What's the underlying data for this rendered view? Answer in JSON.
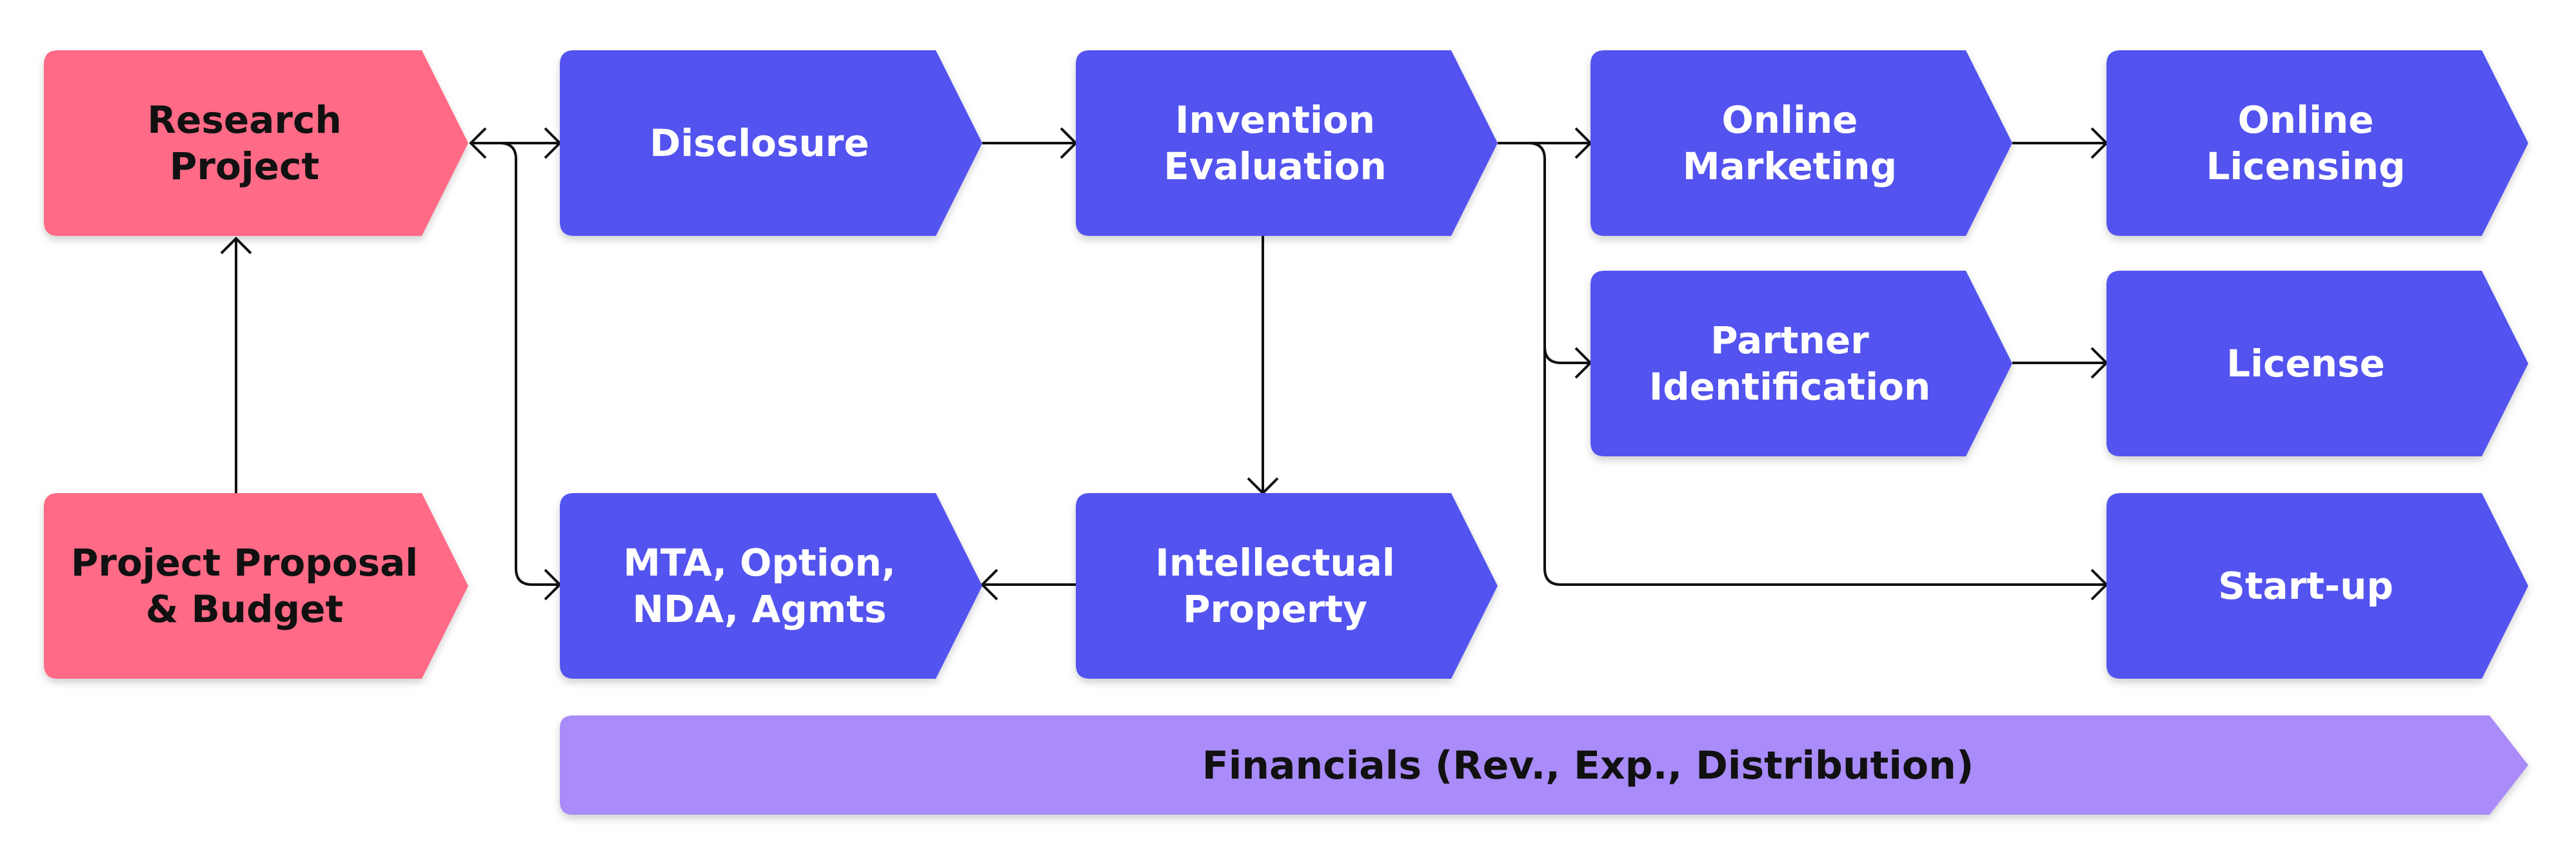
{
  "colors": {
    "pink": "#ff6b86",
    "blue": "#5353ef",
    "lavender": "#a98bf9",
    "text_dark": "#111111",
    "text_light": "#ffffff",
    "arrow": "#111111"
  },
  "nodes": {
    "research_project": {
      "lines": [
        "Research",
        "Project"
      ]
    },
    "project_proposal": {
      "lines": [
        "Project Proposal",
        "& Budget"
      ]
    },
    "disclosure": {
      "lines": [
        "Disclosure"
      ]
    },
    "invention_evaluation": {
      "lines": [
        "Invention",
        "Evaluation"
      ]
    },
    "online_marketing": {
      "lines": [
        "Online",
        "Marketing"
      ]
    },
    "online_licensing": {
      "lines": [
        "Online",
        "Licensing"
      ]
    },
    "partner_identification": {
      "lines": [
        "Partner",
        "Identification"
      ]
    },
    "license": {
      "lines": [
        "License"
      ]
    },
    "mta_option": {
      "lines": [
        "MTA, Option,",
        "NDA, Agmts"
      ]
    },
    "intellectual_property": {
      "lines": [
        "Intellectual",
        "Property"
      ]
    },
    "startup": {
      "lines": [
        "Start-up"
      ]
    }
  },
  "banner": {
    "label": "Financials (Rev., Exp., Distribution)"
  }
}
